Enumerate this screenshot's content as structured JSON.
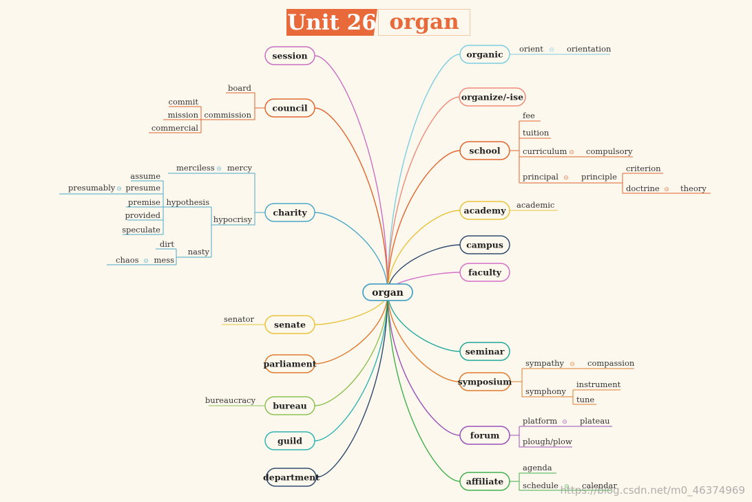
{
  "title": {
    "unit": "Unit 26",
    "word": "organ"
  },
  "watermark": "https://blog.csdn.net/m0_46374969",
  "center": {
    "label": "organ",
    "color": "#4aa3c4"
  },
  "relation_symbol": "⊝",
  "branches": [
    {
      "id": "session",
      "label": "session",
      "color": "#c86fc0"
    },
    {
      "id": "council",
      "label": "council",
      "color": "#e0652e"
    },
    {
      "id": "charity",
      "label": "charity",
      "color": "#4aa8c6"
    },
    {
      "id": "senate",
      "label": "senate",
      "color": "#e8c33a"
    },
    {
      "id": "parliament",
      "label": "parliament",
      "color": "#e07a2c"
    },
    {
      "id": "bureau",
      "label": "bureau",
      "color": "#8cc152"
    },
    {
      "id": "guild",
      "label": "guild",
      "color": "#2fb3b0"
    },
    {
      "id": "department",
      "label": "department",
      "color": "#2e4a6e"
    },
    {
      "id": "organic",
      "label": "organic",
      "color": "#7ccde0"
    },
    {
      "id": "organize",
      "label": "organize/-ise",
      "color": "#f08a78"
    },
    {
      "id": "school",
      "label": "school",
      "color": "#e0652e"
    },
    {
      "id": "academy",
      "label": "academy",
      "color": "#e8c33a"
    },
    {
      "id": "campus",
      "label": "campus",
      "color": "#2e4a6e"
    },
    {
      "id": "faculty",
      "label": "faculty",
      "color": "#d46fc8"
    },
    {
      "id": "seminar",
      "label": "seminar",
      "color": "#20a89a"
    },
    {
      "id": "symposium",
      "label": "symposium",
      "color": "#e07a2c"
    },
    {
      "id": "forum",
      "label": "forum",
      "color": "#9a4fb8"
    },
    {
      "id": "affiliate",
      "label": "affiliate",
      "color": "#3fb04a"
    }
  ],
  "leaves": [
    {
      "id": "board",
      "branch": "council",
      "label": "board"
    },
    {
      "id": "commission",
      "branch": "council",
      "label": "commission"
    },
    {
      "id": "commit",
      "branch": "council",
      "label": "commit"
    },
    {
      "id": "mission",
      "branch": "council",
      "label": "mission"
    },
    {
      "id": "commercial",
      "branch": "council",
      "label": "commercial"
    },
    {
      "id": "merciless",
      "branch": "charity",
      "label": "merciless"
    },
    {
      "id": "mercy",
      "branch": "charity",
      "label": "mercy"
    },
    {
      "id": "hypocrisy",
      "branch": "charity",
      "label": "hypocrisy"
    },
    {
      "id": "assume",
      "branch": "charity",
      "label": "assume"
    },
    {
      "id": "presumably",
      "branch": "charity",
      "label": "presumably"
    },
    {
      "id": "presume",
      "branch": "charity",
      "label": "presume"
    },
    {
      "id": "premise",
      "branch": "charity",
      "label": "premise"
    },
    {
      "id": "hypothesis",
      "branch": "charity",
      "label": "hypothesis"
    },
    {
      "id": "provided",
      "branch": "charity",
      "label": "provided"
    },
    {
      "id": "speculate",
      "branch": "charity",
      "label": "speculate"
    },
    {
      "id": "dirt",
      "branch": "charity",
      "label": "dirt"
    },
    {
      "id": "nasty",
      "branch": "charity",
      "label": "nasty"
    },
    {
      "id": "chaos",
      "branch": "charity",
      "label": "chaos"
    },
    {
      "id": "mess",
      "branch": "charity",
      "label": "mess"
    },
    {
      "id": "senator",
      "branch": "senate",
      "label": "senator"
    },
    {
      "id": "bureaucracy",
      "branch": "bureau",
      "label": "bureaucracy"
    },
    {
      "id": "orient",
      "branch": "organic",
      "label": "orient"
    },
    {
      "id": "orientation",
      "branch": "organic",
      "label": "orientation"
    },
    {
      "id": "fee",
      "branch": "school",
      "label": "fee"
    },
    {
      "id": "tuition",
      "branch": "school",
      "label": "tuition"
    },
    {
      "id": "curriculum",
      "branch": "school",
      "label": "curriculum"
    },
    {
      "id": "compulsory",
      "branch": "school",
      "label": "compulsory"
    },
    {
      "id": "principal",
      "branch": "school",
      "label": "principal"
    },
    {
      "id": "principle",
      "branch": "school",
      "label": "principle"
    },
    {
      "id": "criterion",
      "branch": "school",
      "label": "criterion"
    },
    {
      "id": "doctrine",
      "branch": "school",
      "label": "doctrine"
    },
    {
      "id": "theory",
      "branch": "school",
      "label": "theory"
    },
    {
      "id": "academic",
      "branch": "academy",
      "label": "academic"
    },
    {
      "id": "sympathy",
      "branch": "symposium",
      "label": "sympathy"
    },
    {
      "id": "compassion",
      "branch": "symposium",
      "label": "compassion"
    },
    {
      "id": "symphony",
      "branch": "symposium",
      "label": "symphony"
    },
    {
      "id": "instrument",
      "branch": "symposium",
      "label": "instrument"
    },
    {
      "id": "tune",
      "branch": "symposium",
      "label": "tune"
    },
    {
      "id": "platform",
      "branch": "forum",
      "label": "platform"
    },
    {
      "id": "plateau",
      "branch": "forum",
      "label": "plateau"
    },
    {
      "id": "plough",
      "branch": "forum",
      "label": "plough/plow"
    },
    {
      "id": "agenda",
      "branch": "affiliate",
      "label": "agenda"
    },
    {
      "id": "schedule",
      "branch": "affiliate",
      "label": "schedule"
    },
    {
      "id": "calendar",
      "branch": "affiliate",
      "label": "calendar"
    }
  ],
  "relations": [
    {
      "from": "orient",
      "to": "orientation"
    },
    {
      "from": "curriculum",
      "to": "compulsory"
    },
    {
      "from": "principal",
      "to": "principle"
    },
    {
      "from": "doctrine",
      "to": "theory"
    },
    {
      "from": "merciless",
      "to": "mercy"
    },
    {
      "from": "presumably",
      "to": "presume"
    },
    {
      "from": "chaos",
      "to": "mess"
    },
    {
      "from": "sympathy",
      "to": "compassion"
    },
    {
      "from": "platform",
      "to": "plateau"
    },
    {
      "from": "schedule",
      "to": "calendar"
    }
  ]
}
